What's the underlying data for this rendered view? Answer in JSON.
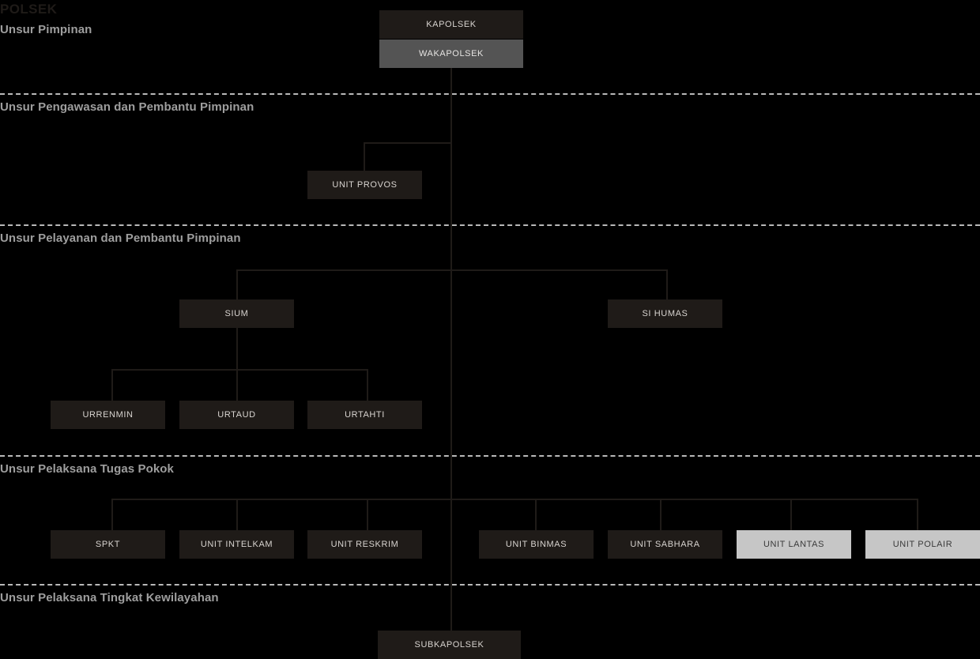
{
  "title": "POLSEK",
  "colors": {
    "background": "#000000",
    "node_dark": "#1f1b18",
    "node_mid": "#545454",
    "node_light": "#c6c6c6",
    "line": "#1f1b18",
    "section_label": "#9e9e9e",
    "divider": "#b9b9b9"
  },
  "sections": [
    {
      "label": "Unsur Pimpinan"
    },
    {
      "label": "Unsur Pengawasan dan Pembantu Pimpinan"
    },
    {
      "label": "Unsur Pelayanan dan Pembantu Pimpinan"
    },
    {
      "label": "Unsur Pelaksana Tugas Pokok"
    },
    {
      "label": "Unsur Pelaksana Tingkat Kewilayahan"
    }
  ],
  "nodes": {
    "kapolsek": "KAPOLSEK",
    "wakapolsek": "WAKAPOLSEK",
    "unit_provos": "UNIT PROVOS",
    "sium": "SIUM",
    "si_humas": "SI HUMAS",
    "urrenmin": "URRENMIN",
    "urtaud": "URTAUD",
    "urtahti": "URTAHTI",
    "spkt": "SPKT",
    "unit_intelkam": "UNIT INTELKAM",
    "unit_reskrim": "UNIT RESKRIM",
    "unit_binmas": "UNIT BINMAS",
    "unit_sabhara": "UNIT SABHARA",
    "unit_lantas": "UNIT LANTAS",
    "unit_polair": "UNIT POLAIR",
    "subkapolsek": "SUBKAPOLSEK"
  }
}
